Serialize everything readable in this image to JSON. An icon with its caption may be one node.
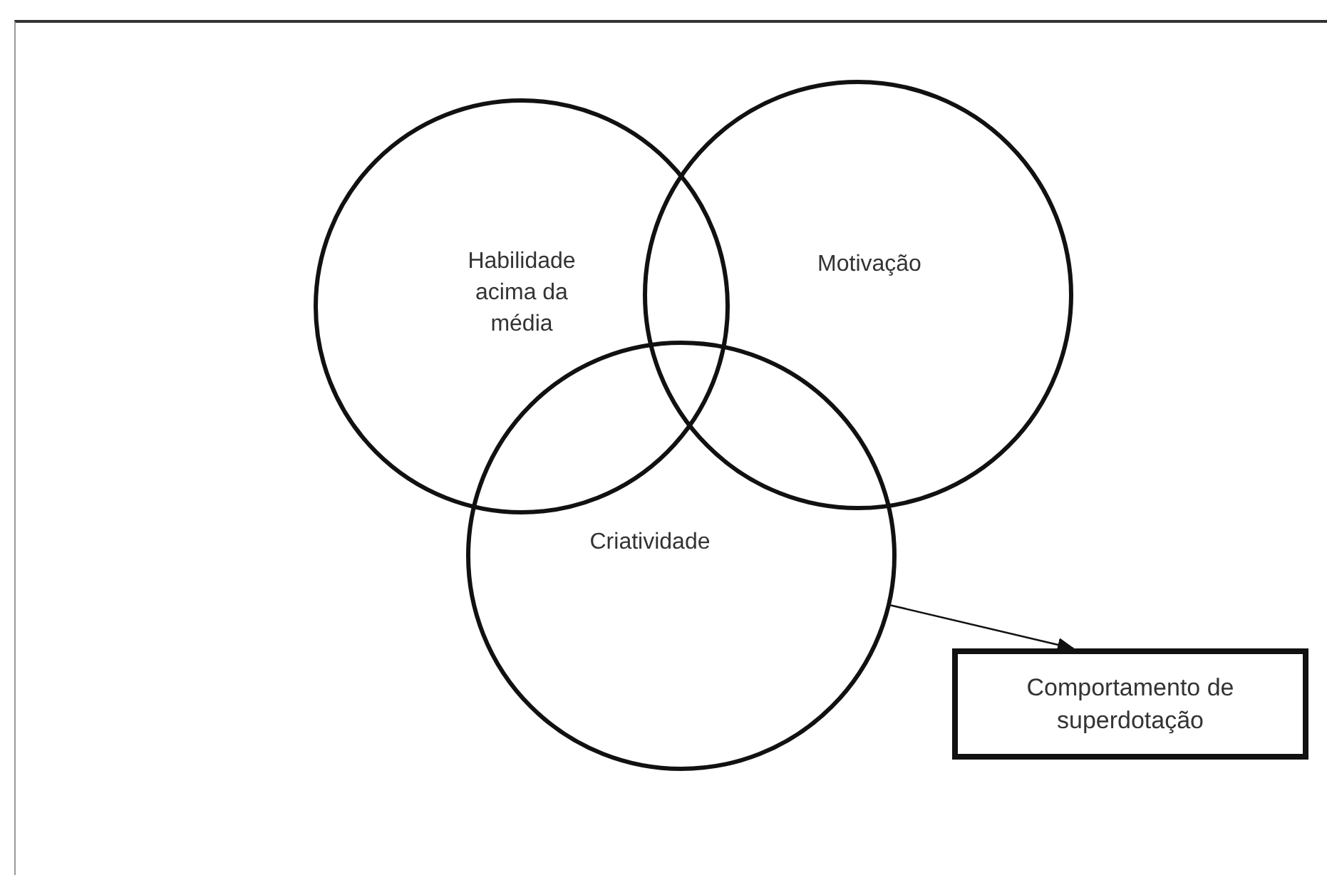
{
  "diagram": {
    "nodes": [
      {
        "text": [
          "Habilidade acima da média"
        ]
      },
      {
        "text": [
          "Motivação"
        ]
      },
      {
        "text": [
          "Criatividade"
        ]
      },
      {
        "text": [
          "Comportamento de superdotação"
        ]
      }
    ],
    "edges": [
      {
        "from": 2,
        "to": 3,
        "arrow": "to"
      }
    ]
  }
}
